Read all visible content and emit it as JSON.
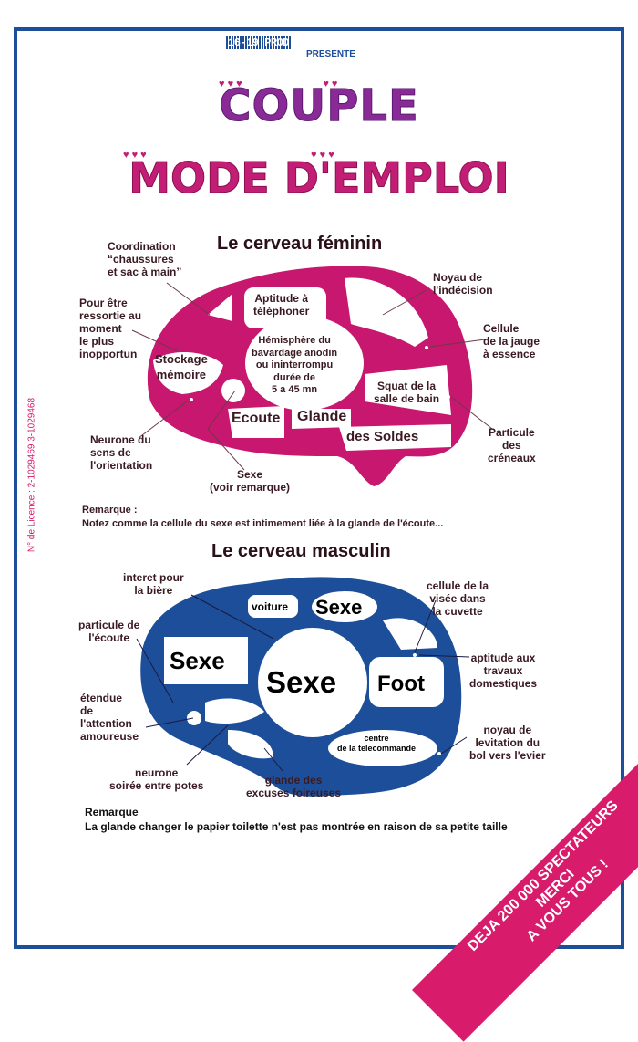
{
  "header": {
    "logo": "16-19 PROD",
    "presente": "PRESENTE",
    "title1": "COUPLE",
    "title2": "MODE D'EMPLOI"
  },
  "license": "N° de Licence : 2-1029469    3-1029468",
  "feminin": {
    "title": "Le cerveau féminin",
    "labels": [
      "Coordination\n“chaussures\net sac à main”",
      "Pour être\nressortie au\nmoment\nle plus\ninopportun",
      "Noyau de\nl'indécision",
      "Cellule\nde la jauge\nà essence",
      "Particule\ndes\ncréneaux",
      "Neurone du\nsens de\nl'orientation",
      "Sexe\n(voir remarque)"
    ],
    "zones": [
      "Aptitude à\ntéléphoner",
      "Hémisphère du\nbavardage anodin\nou ininterrompu\ndurée de\n5 a 45 mn",
      "Stockage\nmémoire",
      "Squat de la\nsalle de bain",
      "Ecoute",
      "Glande",
      "des Soldes"
    ],
    "remark_title": "Remarque :",
    "remark": "Notez comme la cellule du sexe est intimement liée à la glande de l'écoute..."
  },
  "masculin": {
    "title": "Le cerveau masculin",
    "labels": [
      "interet pour\nla bière",
      "particule de\nl'écoute",
      "étendue\nde\nl'attention\namoureuse",
      "neurone\nsoirée entre potes",
      "glande des\nexcuses foireuses",
      "cellule de la\nvisée dans\nla cuvette",
      "aptitude aux\ntravaux\ndomestiques",
      "noyau de\nlevitation du\nbol vers l'evier"
    ],
    "zones": [
      "voiture",
      "Sexe",
      "Sexe",
      "Sexe",
      "Foot",
      "centre\nde la telecommande"
    ],
    "remark_title": "Remarque",
    "remark": "La glande changer le papier toilette n'est pas montrée en raison de sa petite taille"
  },
  "banner": {
    "line1": "DEJA 200 000 SPECTATEURS",
    "line2": "MERCI",
    "line3": "A VOUS TOUS !"
  },
  "colors": {
    "pink": "#c8176e",
    "blue": "#1d4e9a"
  }
}
